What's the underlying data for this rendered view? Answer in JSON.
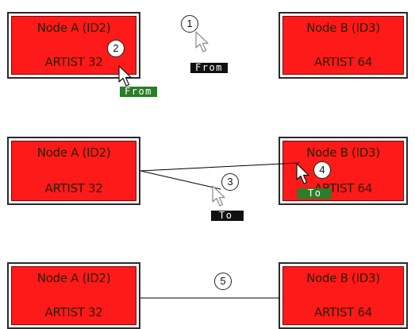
{
  "colors": {
    "node_fill": "#ff1a1a",
    "tag_from_active": "#2a7d2a",
    "tag_inactive": "#111111",
    "tag_to_active": "#2a7d2a"
  },
  "nodes": {
    "a": {
      "title": "Node A (ID2)",
      "artist": "ARTIST 32"
    },
    "b": {
      "title": "Node B (ID3)",
      "artist": "ARTIST 64"
    }
  },
  "steps": [
    "1",
    "2",
    "3",
    "4",
    "5"
  ],
  "tags": {
    "from": "From",
    "to": "To"
  },
  "icons": {
    "pointer": "arrow-cursor-icon"
  }
}
